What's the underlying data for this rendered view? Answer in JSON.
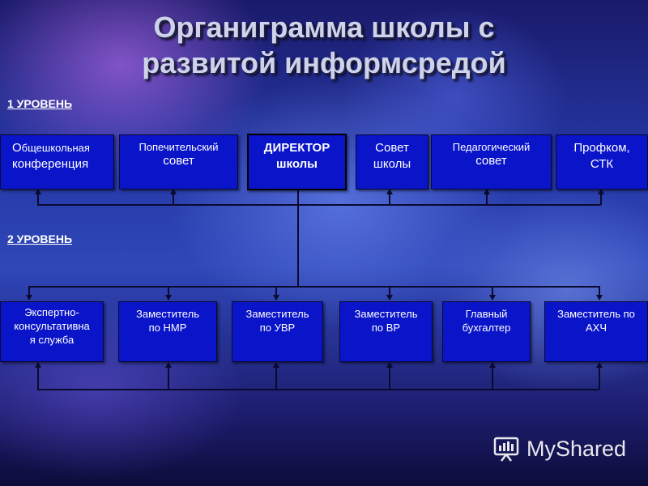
{
  "title": {
    "line1": "Органиграмма школы с",
    "line2": "развитой информсредой"
  },
  "levels": {
    "level1": "1 УРОВЕНЬ",
    "level2": "2 УРОВЕНЬ"
  },
  "level1_boxes": {
    "conference": {
      "line1_big": "О",
      "line1_rest": "бщешкольная",
      "line2": "конференция"
    },
    "trustee": {
      "line1": "Попечительский",
      "line2": "совет"
    },
    "director": {
      "line1": "ДИРЕКТОР",
      "line2": "школы"
    },
    "school_council": {
      "line1": "Совет",
      "line2": "школы"
    },
    "pedagogical": {
      "line1": "Педагогический",
      "line2": "совет"
    },
    "union": {
      "line1": "Профком,",
      "line2": "СТК"
    }
  },
  "level2_boxes": {
    "expert": {
      "line1": "Экспертно-",
      "line2": "консультативна",
      "line3": "я служба"
    },
    "deputy_nmr": {
      "line1": "Заместитель",
      "line2": "по НМР"
    },
    "deputy_uvr": {
      "line1": "Заместитель",
      "line2": "по УВР"
    },
    "deputy_vr": {
      "line1": "Заместитель",
      "line2": "по ВР"
    },
    "accountant": {
      "line1": "Главный",
      "line2": "бухгалтер"
    },
    "deputy_ahch": {
      "line1": "Заместитель по",
      "line2": "АХЧ"
    }
  },
  "watermark": {
    "text": "MyShared",
    "icon": "presentation-board-icon"
  },
  "colors": {
    "box": "#0a14c8",
    "line": "#0a0a30",
    "text": "#ffffff"
  }
}
